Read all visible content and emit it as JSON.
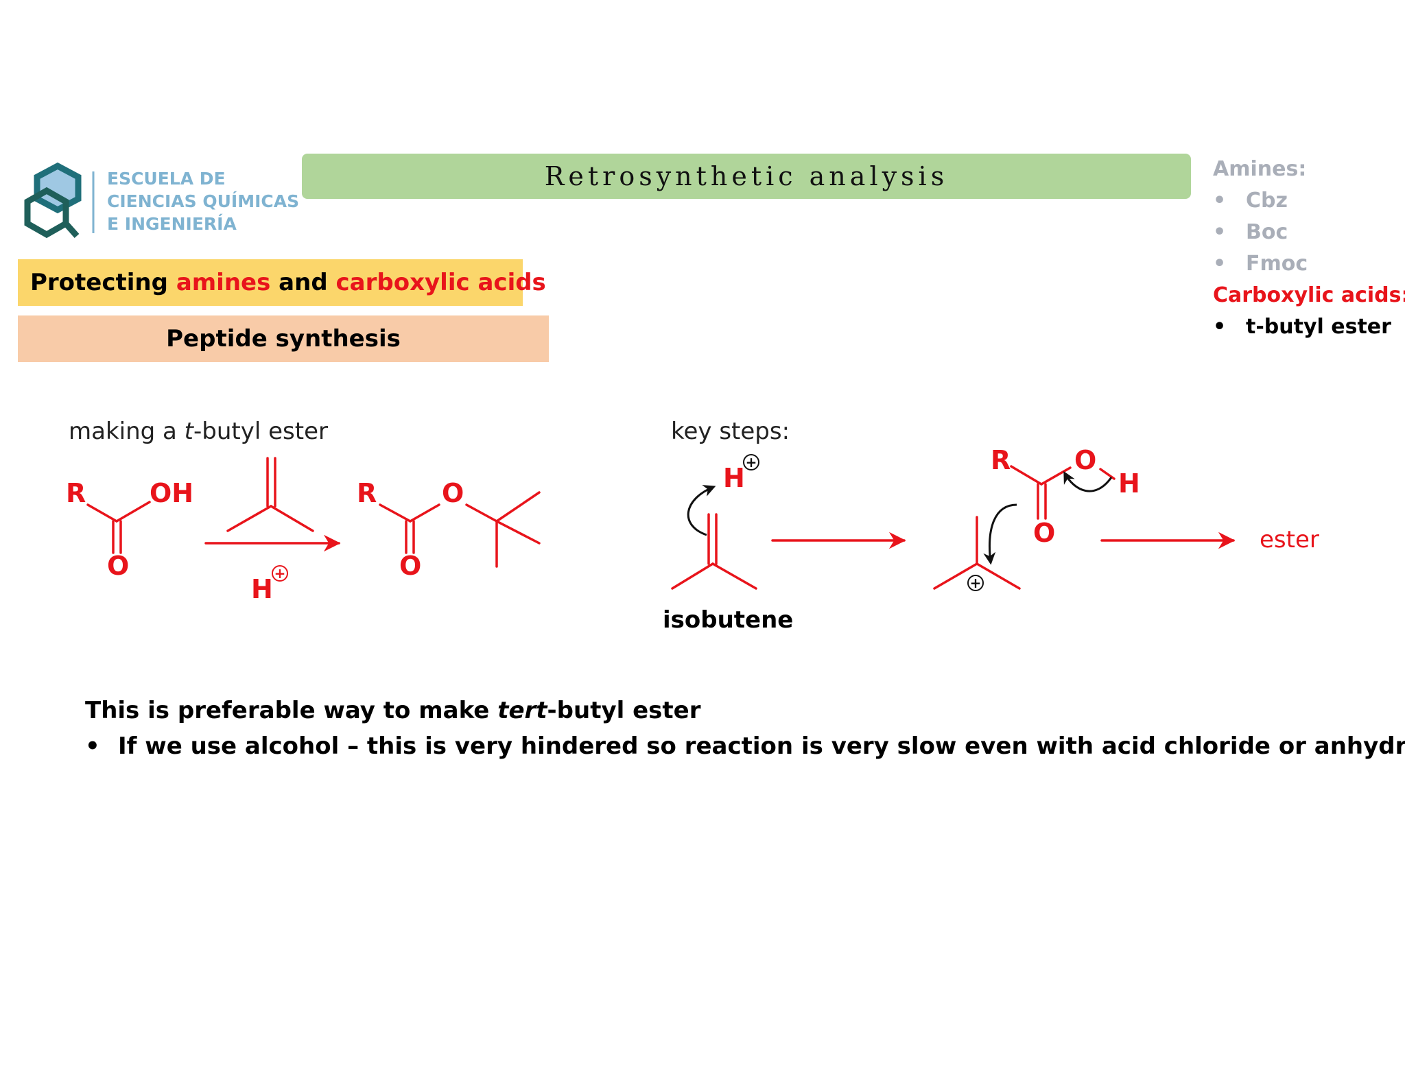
{
  "logo": {
    "lines": [
      "ESCUELA DE",
      "CIENCIAS QUÍMICAS",
      "E INGENIERÍA"
    ]
  },
  "title": "Retrosynthetic analysis",
  "topic": {
    "part1": "Protecting ",
    "part2": "amines",
    "part3": " and ",
    "part4": "carboxylic acids"
  },
  "subtopic": "Peptide synthesis",
  "side_panel": {
    "amines_heading": "Amines:",
    "amines_items": [
      "Cbz",
      "Boc",
      "Fmoc"
    ],
    "acids_heading": "Carboxylic acids:",
    "acids_items": [
      "t-butyl ester"
    ],
    "bullet": "•"
  },
  "diagram": {
    "left_caption_pre": "making a ",
    "left_caption_italic": "t",
    "left_caption_post": "-butyl ester",
    "right_caption": "key steps:",
    "atom_R": "R",
    "atom_OH": "OH",
    "atom_O": "O",
    "atom_H": "H",
    "plus": "+",
    "product_label": "ester",
    "isobutene_label": "isobutene"
  },
  "notes": {
    "line1_pre": "This is preferable way to make ",
    "line1_italic": "tert",
    "line1_post": "-butyl ester",
    "bullet": "•",
    "line2": "If we use alcohol – this is very hindered so reaction is very slow even with acid chloride or anhydride"
  },
  "colors": {
    "title_bar": "#b0d59a",
    "topic_box": "#fbd66b",
    "subtopic_box": "#f8cba8",
    "accent_red": "#e8141b",
    "muted_grey": "#a9aeb8",
    "logo_teal": "#1f6f7a",
    "logo_blue": "#7fb3d1"
  }
}
